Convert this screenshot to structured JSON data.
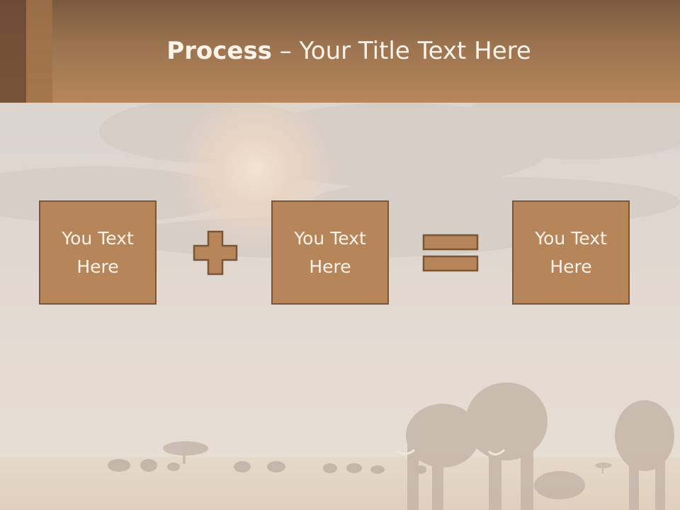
{
  "title": {
    "bold": "Process",
    "rest": " – Your Title Text Here"
  },
  "boxes": [
    {
      "text": "You Text Here"
    },
    {
      "text": "You Text Here"
    },
    {
      "text": "You Text Here"
    }
  ],
  "colors": {
    "header": "#b7865a",
    "box_fill": "#b6865a",
    "box_border": "#7c5536",
    "text": "#fbf3ea"
  },
  "icons": [
    "plus-icon",
    "equals-icon"
  ]
}
